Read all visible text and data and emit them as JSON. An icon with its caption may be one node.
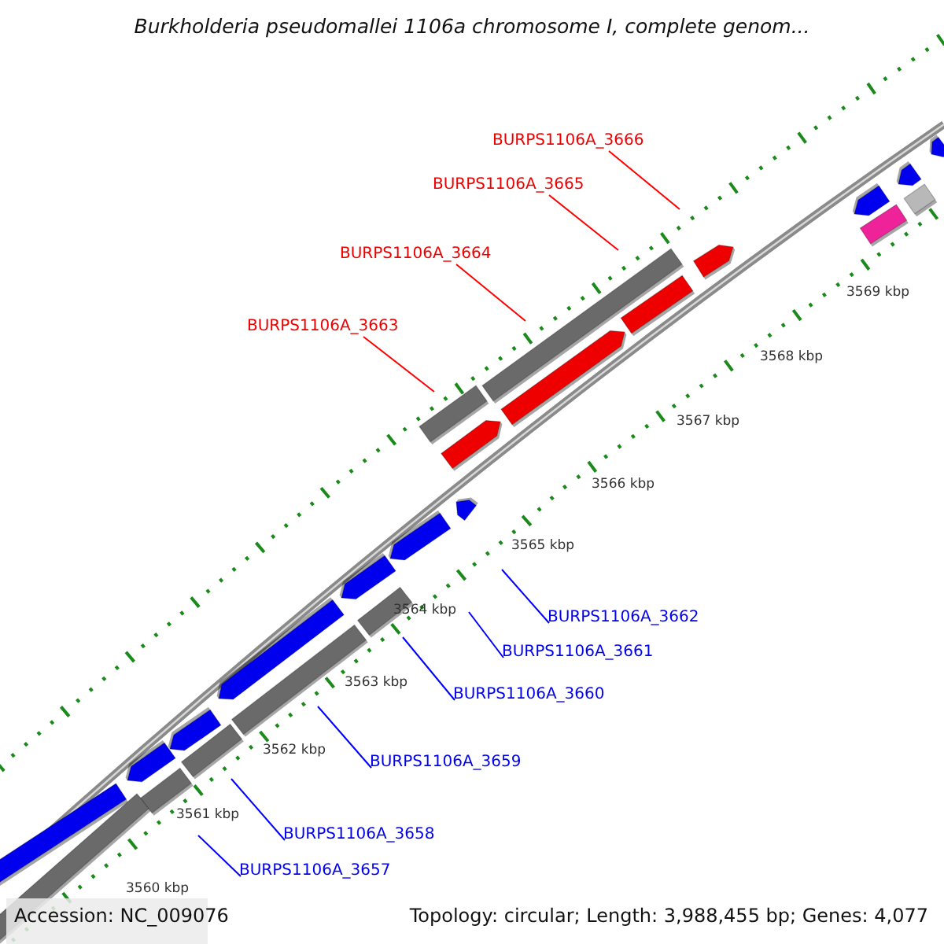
{
  "diagram": {
    "title": "Burkholderia pseudomallei 1106a chromosome I, complete genom...",
    "nodes": [
      {
        "text": [
          "BURPS1106A_3666"
        ]
      },
      {
        "text": [
          "BURPS1106A_3665"
        ]
      },
      {
        "text": [
          "BURPS1106A_3664"
        ]
      },
      {
        "text": [
          "BURPS1106A_3663"
        ]
      },
      {
        "text": [
          "BURPS1106A_3662"
        ]
      },
      {
        "text": [
          "BURPS1106A_3661"
        ]
      },
      {
        "text": [
          "BURPS1106A_3660"
        ]
      },
      {
        "text": [
          "BURPS1106A_3659"
        ]
      },
      {
        "text": [
          "BURPS1106A_3658"
        ]
      },
      {
        "text": [
          "BURPS1106A_3657"
        ]
      }
    ],
    "edges": [
      {
        "from": 0,
        "to": null,
        "arrow": "none",
        "color": "#ff0000"
      },
      {
        "from": 1,
        "to": null,
        "arrow": "none",
        "color": "#ff0000"
      },
      {
        "from": 2,
        "to": null,
        "arrow": "none",
        "color": "#ff0000"
      },
      {
        "from": 3,
        "to": null,
        "arrow": "none",
        "color": "#ff0000"
      },
      {
        "from": 4,
        "to": null,
        "arrow": "none",
        "color": "#0000ff"
      },
      {
        "from": 5,
        "to": null,
        "arrow": "none",
        "color": "#0000ff"
      },
      {
        "from": 6,
        "to": null,
        "arrow": "none",
        "color": "#0000ff"
      },
      {
        "from": 7,
        "to": null,
        "arrow": "none",
        "color": "#0000ff"
      },
      {
        "from": 8,
        "to": null,
        "arrow": "none",
        "color": "#0000ff"
      },
      {
        "from": 9,
        "to": null,
        "arrow": "none",
        "color": "#0000ff"
      }
    ],
    "labels": [
      "3569 kbp",
      "3568 kbp",
      "3567 kbp",
      "3566 kbp",
      "3565 kbp",
      "3564 kbp",
      "3563 kbp",
      "3562 kbp",
      "3561 kbp",
      "3560 kbp",
      "Accession: NC_009076",
      "Topology: circular; Length: 3,988,455 bp; Genes: 4,077"
    ]
  }
}
